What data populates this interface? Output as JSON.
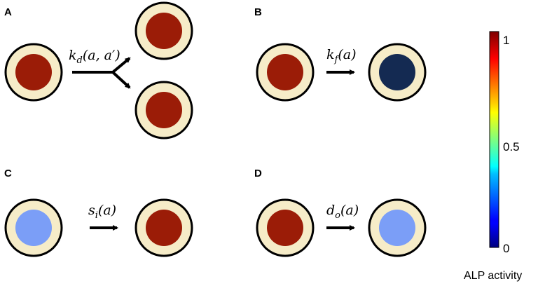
{
  "panels": {
    "a": {
      "label": "A",
      "rate": {
        "symbol": "k",
        "sub": "d",
        "args": "(a, a′)"
      },
      "cells": {
        "source": "#9b1c07",
        "target_top": "#9b1c07",
        "target_bottom": "#9b1c07"
      }
    },
    "b": {
      "label": "B",
      "rate": {
        "symbol": "k",
        "sub": "f",
        "args": "(a)"
      },
      "cells": {
        "source": "#9b1c07",
        "target": "#142a52"
      }
    },
    "c": {
      "label": "C",
      "rate": {
        "symbol": "s",
        "sub": "i",
        "args": "(a)"
      },
      "cells": {
        "source": "#7b9ef7",
        "target": "#9b1c07"
      }
    },
    "d": {
      "label": "D",
      "rate": {
        "symbol": "d",
        "sub": "o",
        "args": "(a)"
      },
      "cells": {
        "source": "#9b1c07",
        "target": "#7b9ef7"
      }
    }
  },
  "cell_style": {
    "ring_color": "#f6ecc8",
    "outline_color": "#000000"
  },
  "colorbar": {
    "title": "ALP activity",
    "ticks": [
      "1",
      "0.5",
      "0"
    ],
    "scale": "jet",
    "range": [
      0,
      1
    ]
  }
}
